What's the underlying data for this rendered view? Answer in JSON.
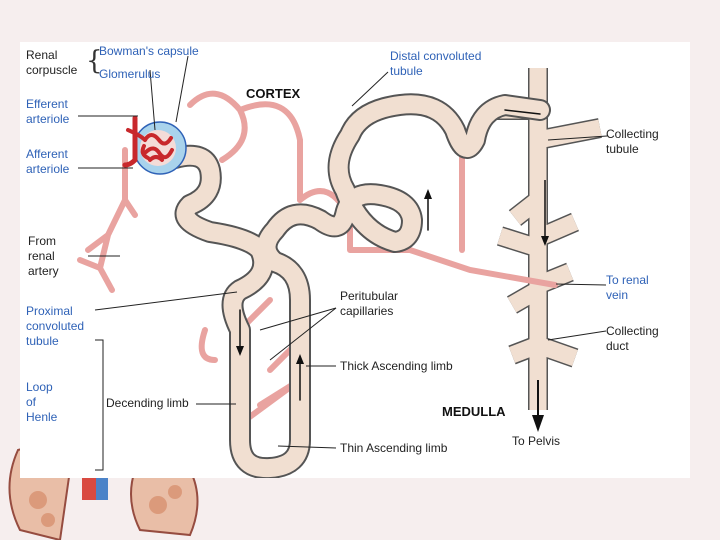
{
  "labels": {
    "renal_corpuscle": [
      "Renal",
      "corpuscle"
    ],
    "bowmans_capsule": "Bowman's capsule",
    "glomerulus": "Glomerulus",
    "efferent_arteriole": [
      "Efferent",
      "arteriole"
    ],
    "afferent_arteriole": [
      "Afferent",
      "arteriole"
    ],
    "from_renal_artery": [
      "From",
      "renal",
      "artery"
    ],
    "proximal_tubule": [
      "Proximal",
      "convoluted",
      "tubule"
    ],
    "loop_of_henle": [
      "Loop",
      "of",
      "Henle"
    ],
    "descending_limb": "Decending limb",
    "distal_tubule": [
      "Distal convoluted",
      "tubule"
    ],
    "cortex": "CORTEX",
    "collecting_tubule": [
      "Collecting",
      "tubule"
    ],
    "to_renal_vein": [
      "To renal",
      "vein"
    ],
    "collecting_duct": [
      "Collecting",
      "duct"
    ],
    "peritubular_capillaries": [
      "Peritubular",
      "capillaries"
    ],
    "thick_ascending_limb": "Thick Ascending limb",
    "medulla": "MEDULLA",
    "to_pelvis": "To Pelvis",
    "thin_ascending_limb": "Thin Ascending limb"
  },
  "colors": {
    "tubule_fill": "#f1dfd1",
    "tubule_edge": "#555555",
    "vessel": "#e9a3a0",
    "capsule": "#a9d3ec",
    "glomerulus": "#c8282c",
    "label_blue": "#2f62b7"
  }
}
